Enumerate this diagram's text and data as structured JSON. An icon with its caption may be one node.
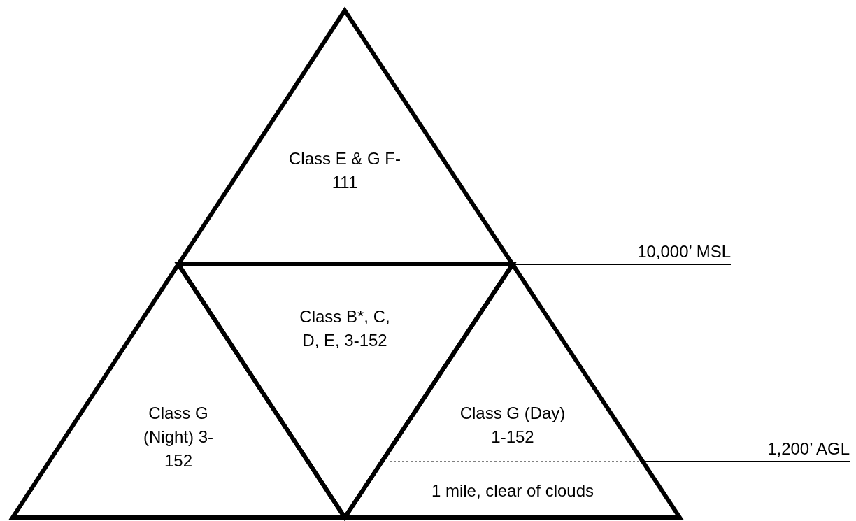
{
  "diagram": {
    "nodes": [
      {
        "text": [
          "Class E & G F-111"
        ]
      },
      {
        "text": [
          "Class B*, C, D, E, 3-152"
        ]
      },
      {
        "text": [
          "Class G (Night) 3-152"
        ]
      },
      {
        "text": [
          "Class G (Day) 1-152",
          "1 mile, clear of clouds"
        ]
      }
    ],
    "labels": [
      "10,000’ MSL",
      "1,200’ AGL"
    ]
  }
}
